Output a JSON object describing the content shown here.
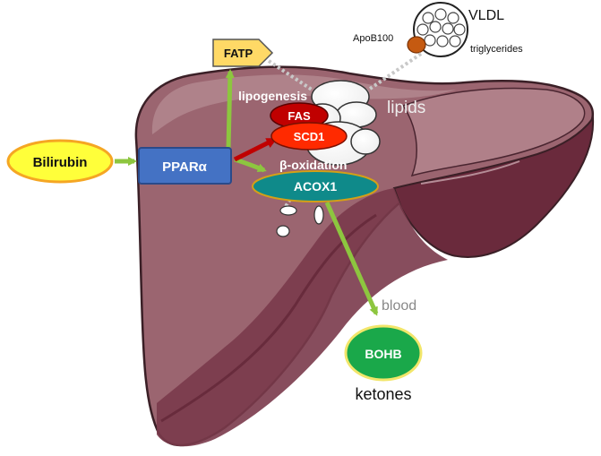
{
  "labels": {
    "bilirubin": "Bilirubin",
    "ppara": "PPARα",
    "fatp": "FATP",
    "lipogenesis": "lipogenesis",
    "fas": "FAS",
    "scd1": "SCD1",
    "beta_oxidation": "β-oxidation",
    "acox1": "ACOX1",
    "lipids": "lipids",
    "vldl": "VLDL",
    "apob100": "ApoB100",
    "triglycerides": "triglycerides",
    "blood": "blood",
    "bohb": "BOHB",
    "ketones": "ketones"
  },
  "colors": {
    "liver_main": "#9b6570",
    "liver_light": "#b8868f",
    "liver_dark": "#6a2a3c",
    "outline": "#3a1f26",
    "bilirubin_fill": "#ffff3a",
    "bilirubin_border": "#f5a623",
    "ppara_fill": "#4472c4",
    "fatp_fill": "#ffd966",
    "fas_fill": "#c00000",
    "scd1_fill": "#ff2a00",
    "acox1_fill": "#0f8a8a",
    "bohb_fill": "#1aa84a",
    "arrow_green": "#8dc63f",
    "arrow_red": "#c00000",
    "apob_fill": "#c55a11"
  }
}
